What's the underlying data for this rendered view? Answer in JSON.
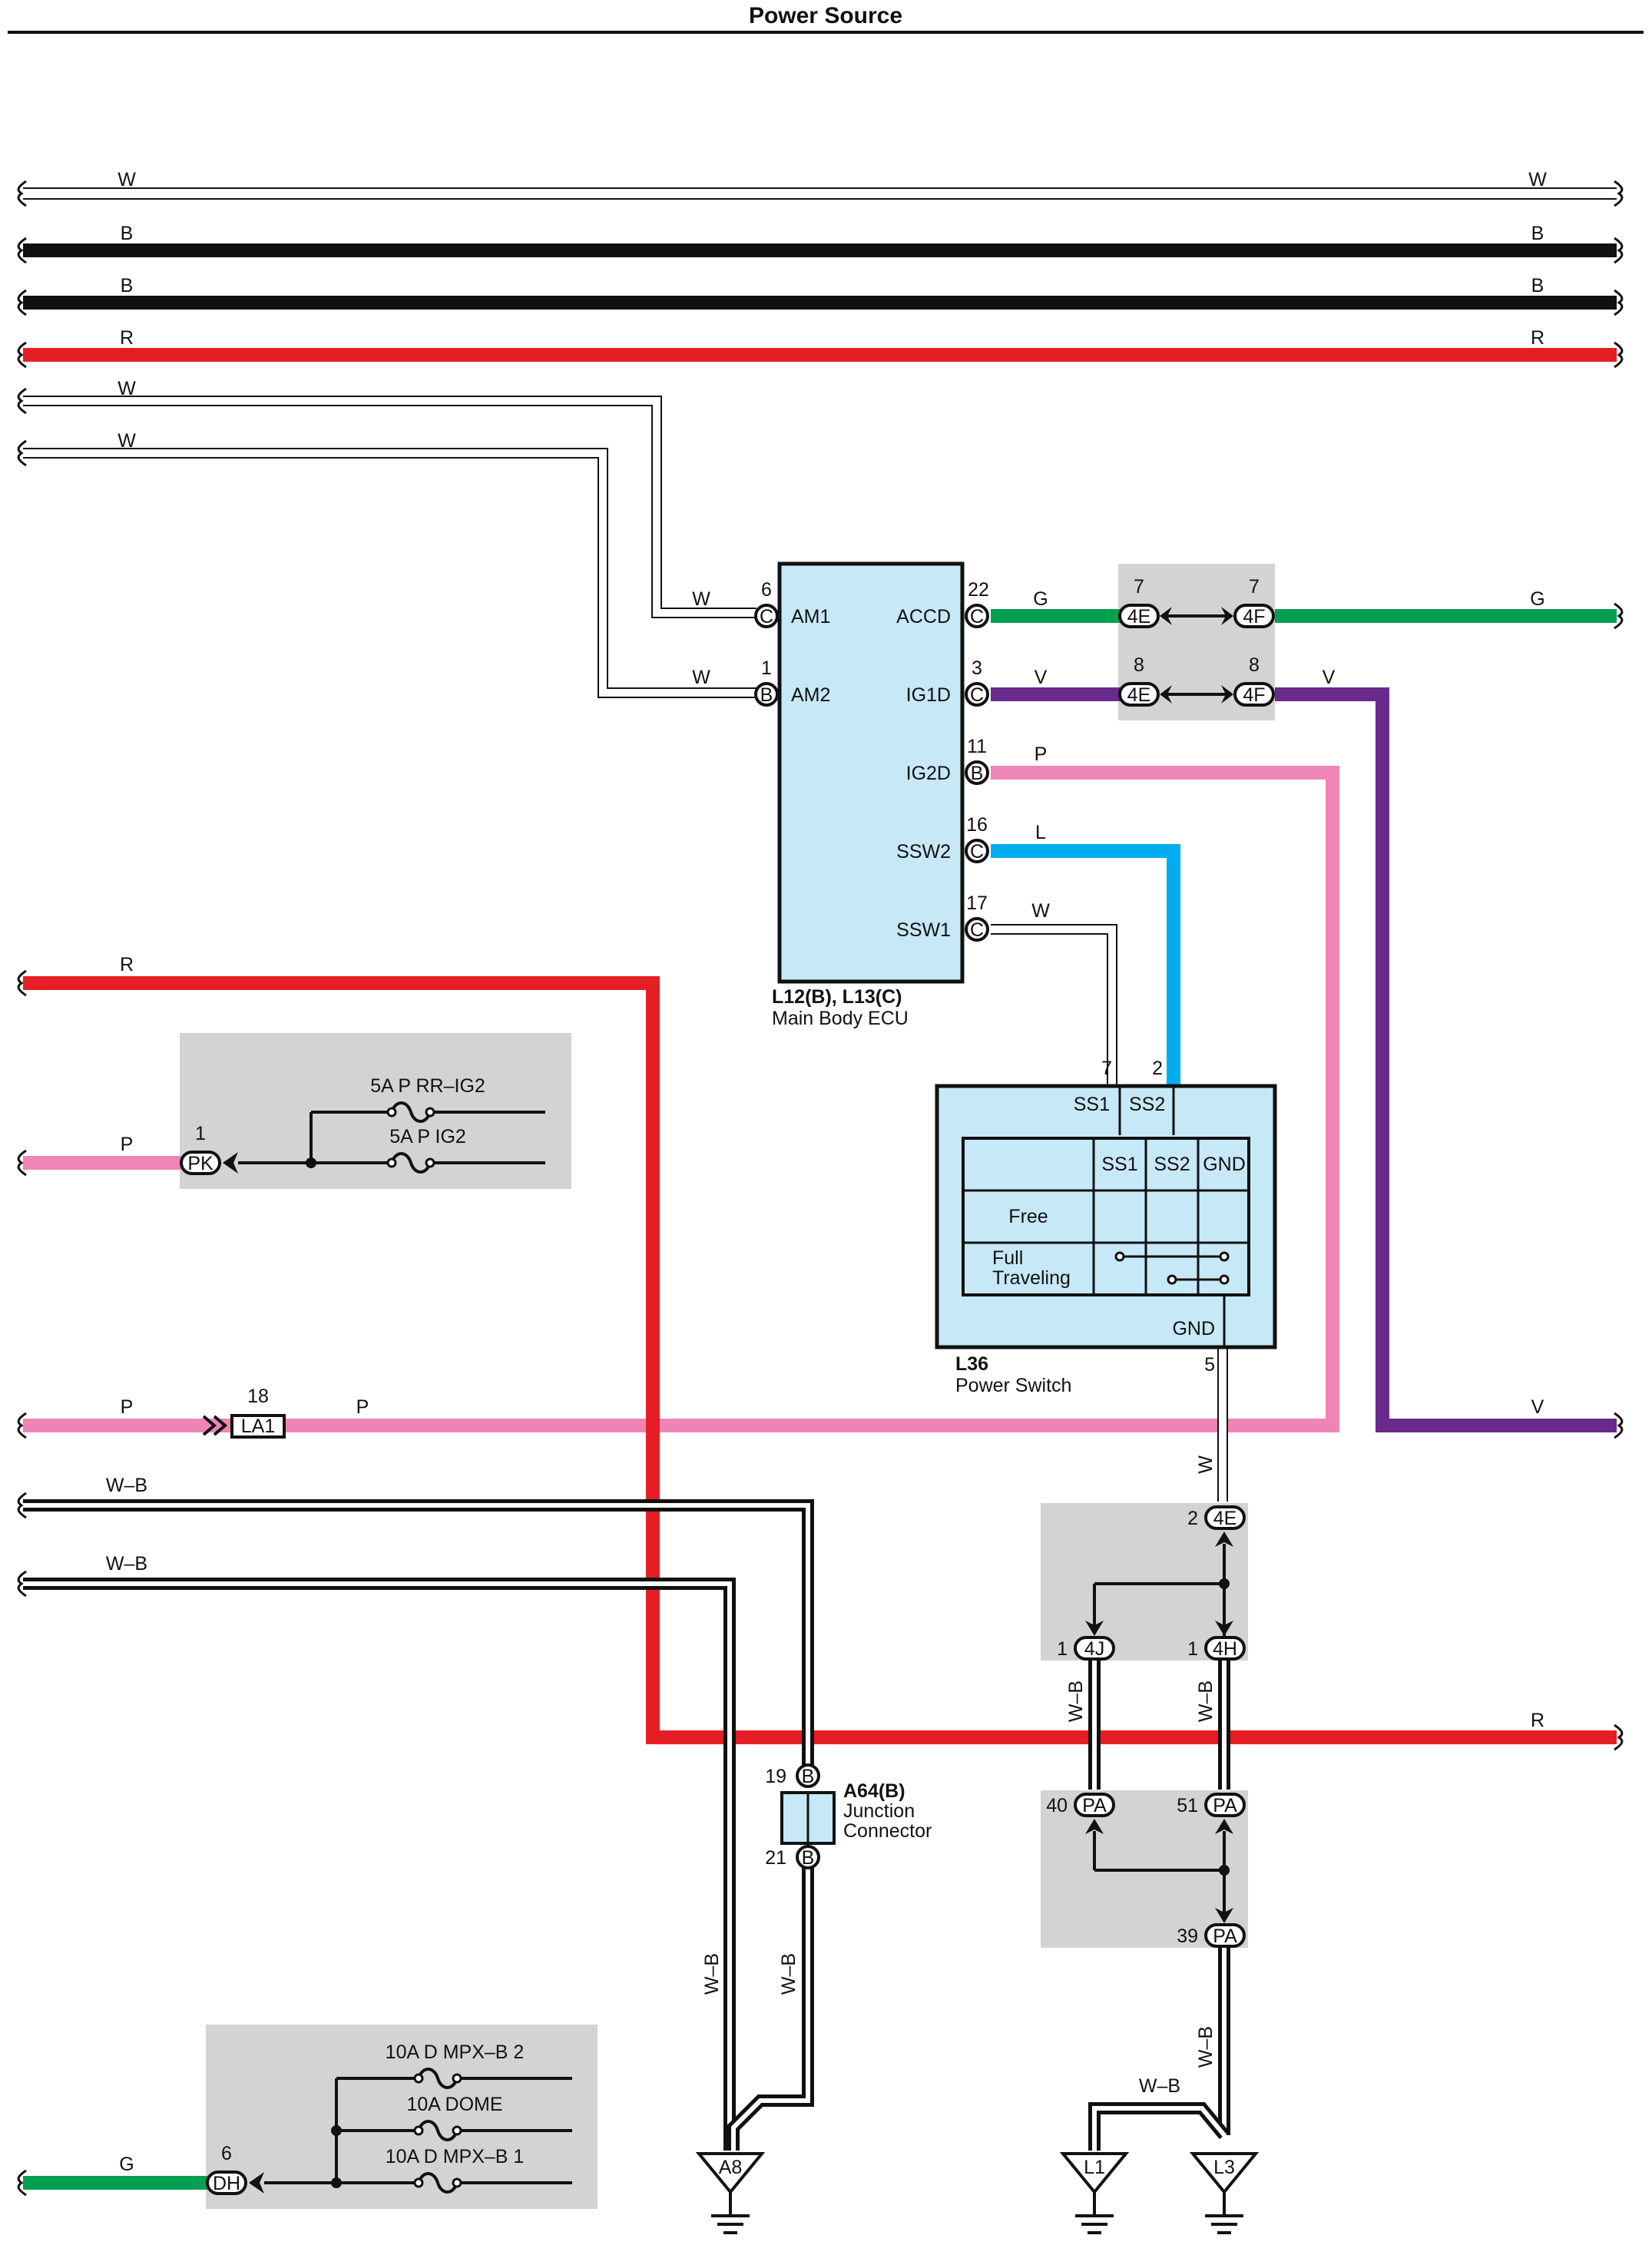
{
  "page": {
    "title": "Power Source"
  },
  "colors": {
    "W": "#ffffff",
    "B": "#111111",
    "R": "#e51e25",
    "G": "#00a050",
    "V": "#6a2a8c",
    "P": "#ef84b6",
    "L": "#00aeef",
    "ecu_fill": "#c6e8f7",
    "box_gray": "#d3d3d3"
  },
  "wires": {
    "w1": "W",
    "b1": "B",
    "b2": "B",
    "r1": "R",
    "w2": "W",
    "w3": "W",
    "r2": "R",
    "p1": "P",
    "p2": "P",
    "wb1": "W–B",
    "wb2": "W–B",
    "g1": "G",
    "v1": "V",
    "r_right": "R",
    "wb_vert": "W–B",
    "w_vert": "W",
    "g_ecu": "G",
    "v_ecu": "V",
    "p_ecu": "P",
    "l_ecu": "L",
    "w_ecu": "W",
    "w_am1": "W",
    "w_am2": "W"
  },
  "ecu": {
    "label": "L12(B), L13(C)",
    "name": "Main Body ECU",
    "pins_left": [
      {
        "num": "6",
        "conn": "C",
        "name": "AM1"
      },
      {
        "num": "1",
        "conn": "B",
        "name": "AM2"
      }
    ],
    "pins_right": [
      {
        "num": "22",
        "conn": "C",
        "name": "ACCD"
      },
      {
        "num": "3",
        "conn": "C",
        "name": "IG1D"
      },
      {
        "num": "11",
        "conn": "B",
        "name": "IG2D"
      },
      {
        "num": "16",
        "conn": "C",
        "name": "SSW2"
      },
      {
        "num": "17",
        "conn": "C",
        "name": "SSW1"
      }
    ]
  },
  "jb_top": {
    "left": "4E",
    "right": "4F",
    "pin_top": "7",
    "pin_bottom": "8"
  },
  "fuse_box_1": {
    "pin": "1",
    "conn": "PK",
    "fuse1": "5A P RR–IG2",
    "fuse2": "5A P IG2"
  },
  "power_switch": {
    "label": "L36",
    "name": "Power Switch",
    "pin_ss1": "7",
    "pin_ss2": "2",
    "pin_gnd": "5",
    "term_ss1": "SS1",
    "term_ss2": "SS2",
    "term_gnd": "GND",
    "table_headers": [
      "SS1",
      "SS2",
      "GND"
    ],
    "row1": "Free",
    "row2a": "Full",
    "row2b": "Traveling"
  },
  "inline_conn": {
    "pin": "18",
    "name": "LA1"
  },
  "junction": {
    "label": "A64(B)",
    "name1": "Junction",
    "name2": "Connector",
    "pin_top": "19",
    "pin_bottom": "21",
    "conn": "B"
  },
  "jb_ground": {
    "c4e_pin": "2",
    "c4e": "4E",
    "c4j_pin": "1",
    "c4j": "4J",
    "c4h_pin": "1",
    "c4h": "4H"
  },
  "pa_box": {
    "pa40": "40",
    "pa51": "51",
    "pa39": "39",
    "conn": "PA"
  },
  "grounds": {
    "a8": "A8",
    "l1": "L1",
    "l3": "L3"
  },
  "fuse_box_2": {
    "pin": "6",
    "conn": "DH",
    "fuse1": "10A D MPX–B 2",
    "fuse2": "10A DOME",
    "fuse3": "10A D MPX–B 1"
  }
}
